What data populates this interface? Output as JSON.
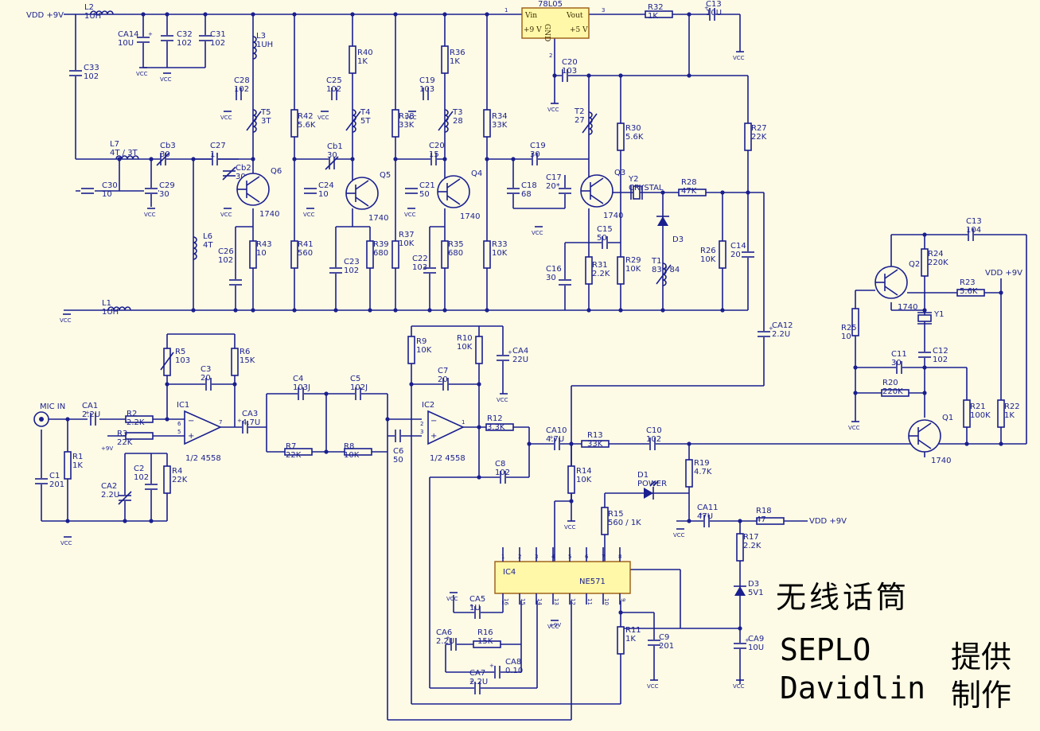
{
  "title_zh": "无线话筒",
  "credit": {
    "name1": "SEPLO",
    "role1": "提供",
    "name2": "Davidlin",
    "role2": "制作"
  },
  "power": {
    "vdd_label": "VDD +9V",
    "plus9": "+9V",
    "gnd": "VCC"
  },
  "regulator": {
    "ref": "78L05",
    "vin": "Vin",
    "vout": "Vout",
    "gnd": "GND",
    "in_v": "+9 V",
    "out_v": "+5 V",
    "pin1": "1",
    "pin2": "2",
    "pin3": "3"
  },
  "colors": {
    "wire": "#1a1f8f",
    "ic_fill": "#fff8a8",
    "background": "#fdfbe6"
  },
  "labels": [
    {
      "id": "L2",
      "val": "1UH"
    },
    {
      "id": "CA14",
      "val": "10U"
    },
    {
      "id": "C32",
      "val": "102"
    },
    {
      "id": "C31",
      "val": "102"
    },
    {
      "id": "L3",
      "val": "1UH"
    },
    {
      "id": "C33",
      "val": "102"
    },
    {
      "id": "C28",
      "val": "102"
    },
    {
      "id": "T5",
      "val": "3T"
    },
    {
      "id": "R42",
      "val": "5.6K"
    },
    {
      "id": "R40",
      "val": "1K"
    },
    {
      "id": "C25",
      "val": "102"
    },
    {
      "id": "T4",
      "val": "5T"
    },
    {
      "id": "R38",
      "val": "33K"
    },
    {
      "id": "C19a",
      "val": "103"
    },
    {
      "id": "R36",
      "val": "1K"
    },
    {
      "id": "T3",
      "val": "28"
    },
    {
      "id": "R34",
      "val": "33K"
    },
    {
      "id": "C20a",
      "val": "103"
    },
    {
      "id": "T2",
      "val": "27"
    },
    {
      "id": "R32",
      "val": "1K"
    },
    {
      "id": "C13a",
      "val": "10U"
    },
    {
      "id": "R30",
      "val": "5.6K"
    },
    {
      "id": "R27",
      "val": "22K"
    },
    {
      "id": "L7",
      "val": "4T / 3T"
    },
    {
      "id": "Cb3",
      "val": "30"
    },
    {
      "id": "C27",
      "val": "1"
    },
    {
      "id": "Cb2",
      "val": "30"
    },
    {
      "id": "Cb1",
      "val": "30"
    },
    {
      "id": "C20b",
      "val": "15"
    },
    {
      "id": "C19b",
      "val": "30"
    },
    {
      "id": "C30",
      "val": "10"
    },
    {
      "id": "C29",
      "val": "30"
    },
    {
      "id": "C24",
      "val": "10"
    },
    {
      "id": "C21",
      "val": "50"
    },
    {
      "id": "C18",
      "val": "68"
    },
    {
      "id": "C17",
      "val": "20*"
    },
    {
      "id": "Y2",
      "val": "CRYSTAL"
    },
    {
      "id": "R28",
      "val": "47K"
    },
    {
      "id": "L6",
      "val": "4T"
    },
    {
      "id": "D3a",
      "val": ""
    },
    {
      "id": "C15",
      "val": "50"
    },
    {
      "id": "C26",
      "val": "102"
    },
    {
      "id": "R43",
      "val": "10"
    },
    {
      "id": "R41",
      "val": "560"
    },
    {
      "id": "C23",
      "val": "102"
    },
    {
      "id": "R39",
      "val": "680"
    },
    {
      "id": "R37",
      "val": "10K"
    },
    {
      "id": "C22",
      "val": "103"
    },
    {
      "id": "R35",
      "val": "680"
    },
    {
      "id": "R33",
      "val": "10K"
    },
    {
      "id": "C16",
      "val": "30"
    },
    {
      "id": "R31",
      "val": "2.2K"
    },
    {
      "id": "R29",
      "val": "10K"
    },
    {
      "id": "T1",
      "val": "83 / 84"
    },
    {
      "id": "R26",
      "val": "10K"
    },
    {
      "id": "C14",
      "val": "20"
    },
    {
      "id": "L1",
      "val": "1UH"
    },
    {
      "id": "C13b",
      "val": "104"
    },
    {
      "id": "R24",
      "val": "220K"
    },
    {
      "id": "R23",
      "val": "5.6K"
    },
    {
      "id": "R25",
      "val": "10"
    },
    {
      "id": "Y1",
      "val": ""
    },
    {
      "id": "C11",
      "val": "30"
    },
    {
      "id": "C12",
      "val": "102"
    },
    {
      "id": "R20",
      "val": "220K"
    },
    {
      "id": "R21",
      "val": "100K"
    },
    {
      "id": "R22",
      "val": "1K"
    },
    {
      "id": "CA12",
      "val": "2.2U"
    },
    {
      "id": "R5",
      "val": "103"
    },
    {
      "id": "R6",
      "val": "15K"
    },
    {
      "id": "C3",
      "val": "20"
    },
    {
      "id": "R9",
      "val": "10K"
    },
    {
      "id": "R10",
      "val": "10K"
    },
    {
      "id": "CA4",
      "val": "22U"
    },
    {
      "id": "C4",
      "val": "103J"
    },
    {
      "id": "C5",
      "val": "102J"
    },
    {
      "id": "C7",
      "val": "20"
    },
    {
      "id": "CA1",
      "val": "2.2U"
    },
    {
      "id": "R2",
      "val": "2.2K"
    },
    {
      "id": "R3",
      "val": "22K"
    },
    {
      "id": "CA3",
      "val": "4.7U"
    },
    {
      "id": "R7",
      "val": "22K"
    },
    {
      "id": "R8",
      "val": "10K"
    },
    {
      "id": "C6",
      "val": "50"
    },
    {
      "id": "R12",
      "val": "3.3K"
    },
    {
      "id": "CA10",
      "val": "4.7U"
    },
    {
      "id": "R13",
      "val": "33K"
    },
    {
      "id": "C10",
      "val": "102"
    },
    {
      "id": "R1",
      "val": "1K"
    },
    {
      "id": "C1",
      "val": "201"
    },
    {
      "id": "C2",
      "val": "102"
    },
    {
      "id": "CA2",
      "val": "2.2U"
    },
    {
      "id": "R4",
      "val": "22K"
    },
    {
      "id": "C8",
      "val": "102"
    },
    {
      "id": "R14",
      "val": "10K"
    },
    {
      "id": "R19",
      "val": "4.7K"
    },
    {
      "id": "D1",
      "val": "POWER"
    },
    {
      "id": "R15",
      "val": "560 / 1K"
    },
    {
      "id": "CA11",
      "val": "47U"
    },
    {
      "id": "R18",
      "val": "47"
    },
    {
      "id": "R17",
      "val": "2.2K"
    },
    {
      "id": "D3b",
      "val": "5V1"
    },
    {
      "id": "CA5",
      "val": "1U"
    },
    {
      "id": "CA6",
      "val": "2.2U"
    },
    {
      "id": "R16",
      "val": "15K"
    },
    {
      "id": "CA8",
      "val": "0.10"
    },
    {
      "id": "CA7",
      "val": "2.2U"
    },
    {
      "id": "R11",
      "val": "1K"
    },
    {
      "id": "C9",
      "val": "201"
    },
    {
      "id": "CA9",
      "val": "10U"
    }
  ],
  "transistors": [
    {
      "id": "Q6",
      "part": "1740"
    },
    {
      "id": "Q5",
      "part": "1740"
    },
    {
      "id": "Q4",
      "part": "1740"
    },
    {
      "id": "Q3",
      "part": "1740"
    },
    {
      "id": "Q2",
      "part": "1740"
    },
    {
      "id": "Q1",
      "part": "1740"
    }
  ],
  "ics": {
    "ic1": {
      "ref": "IC1",
      "part": "1/2 4558",
      "pin_a": "6",
      "pin_b": "5",
      "pin_out": "7"
    },
    "ic2": {
      "ref": "IC2",
      "part": "1/2 4558",
      "pin_a": "2",
      "pin_b": "3",
      "pin_out": "1"
    },
    "ic4": {
      "ref": "IC4",
      "part": "NE571",
      "top_pins": [
        "1",
        "2",
        "3",
        "4",
        "5",
        "6",
        "7",
        "8"
      ],
      "bottom_pins": [
        "16",
        "15",
        "14",
        "13",
        "12",
        "11",
        "10",
        "9"
      ]
    }
  },
  "mic": {
    "label": "MIC IN"
  }
}
